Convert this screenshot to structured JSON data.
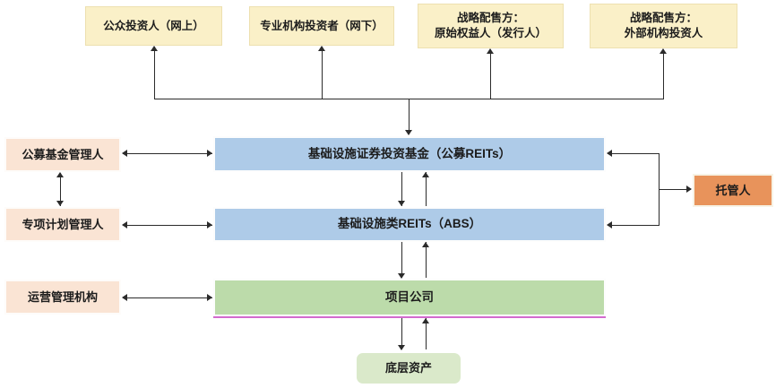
{
  "diagram": {
    "top_investors": [
      {
        "label": "公众投资人（网上）"
      },
      {
        "label": "专业机构投资者（网下）"
      },
      {
        "label": "战略配售方：\n原始权益人（发行人）"
      },
      {
        "label": "战略配售方：\n外部机构投资人"
      }
    ],
    "left_managers": [
      {
        "label": "公募基金管理人"
      },
      {
        "label": "专项计划管理人"
      },
      {
        "label": "运营管理机构"
      }
    ],
    "structure_layers": [
      {
        "label": "基础设施证券投资基金（公募REITs）"
      },
      {
        "label": "基础设施类REITs（ABS）"
      },
      {
        "label": "项目公司"
      },
      {
        "label": "底层资产"
      }
    ],
    "custodian": {
      "label": "托管人"
    },
    "colors": {
      "investor_box": "#FAF0C8",
      "manager_box": "#FAE4D4",
      "fund_box": "#AECBE8",
      "project_box": "#BCDBAA",
      "asset_box": "#DAE9CA",
      "custodian_box": "#E8935B",
      "connector": "#2B2B2B",
      "project_underline": "#D36BCE"
    }
  }
}
